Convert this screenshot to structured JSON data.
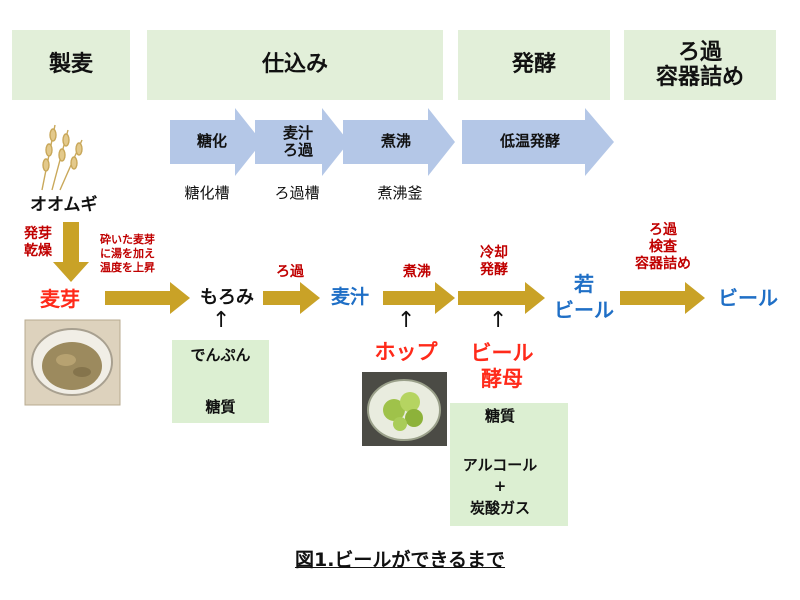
{
  "phases": {
    "malting": "製麦",
    "brewing": "仕込み",
    "fermentation": "発酵",
    "filtering": "ろ過\n容器詰め"
  },
  "process_arrows": {
    "saccharification": "糖化",
    "wort_filtration": "麦汁\nろ過",
    "boiling": "煮沸",
    "low_temp_fermentation": "低温発酵"
  },
  "vessels": {
    "saccharification_tank": "糖化槽",
    "filtration_tank": "ろ過槽",
    "boiling_kettle": "煮沸釜"
  },
  "flow": {
    "barley": "オオムギ",
    "germinate_dry": "発芽\n乾燥",
    "malt": "麦芽",
    "crush_step": "砕いた麦芽\nに湯を加え\n温度を上昇",
    "mash": "もろみ",
    "filter_step": "ろ過",
    "wort": "麦汁",
    "boil_step": "煮沸",
    "cool_ferment_step": "冷却\n発酵",
    "young_beer": "若\nビール",
    "final_step": "ろ過\n検査\n容器詰め",
    "beer": "ビール"
  },
  "inputs": {
    "starch": "でんぷん",
    "sugar": "糖質",
    "hops": "ホップ",
    "yeast": "ビール\n酵母"
  },
  "yeast_box": {
    "sugar": "糖質",
    "alcohol": "アルコール",
    "plus": "+",
    "co2": "炭酸ガス"
  },
  "caption": "図1.ビールができるまで",
  "colors": {
    "phase_bg": "#e2efd9",
    "process_arrow": "#b4c7e7",
    "flow_arrow": "#c9a227",
    "red_label": "#c00000",
    "bright_red": "#ff2a1a",
    "blue_label": "#1f6fc6"
  }
}
